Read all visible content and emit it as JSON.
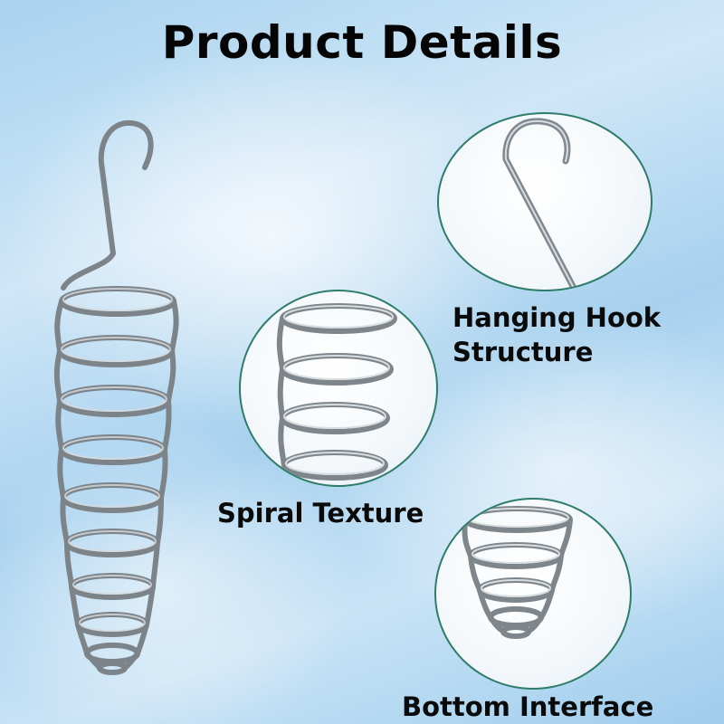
{
  "title": "Product Details",
  "labels": {
    "hook": [
      "Hanging Hook",
      "Structure"
    ],
    "spiral": "Spiral Texture",
    "bottom": "Bottom Interface"
  },
  "colors": {
    "circle_border": "#2e7d6b",
    "wire": "#8d9297",
    "text": "#0a0a0a"
  }
}
